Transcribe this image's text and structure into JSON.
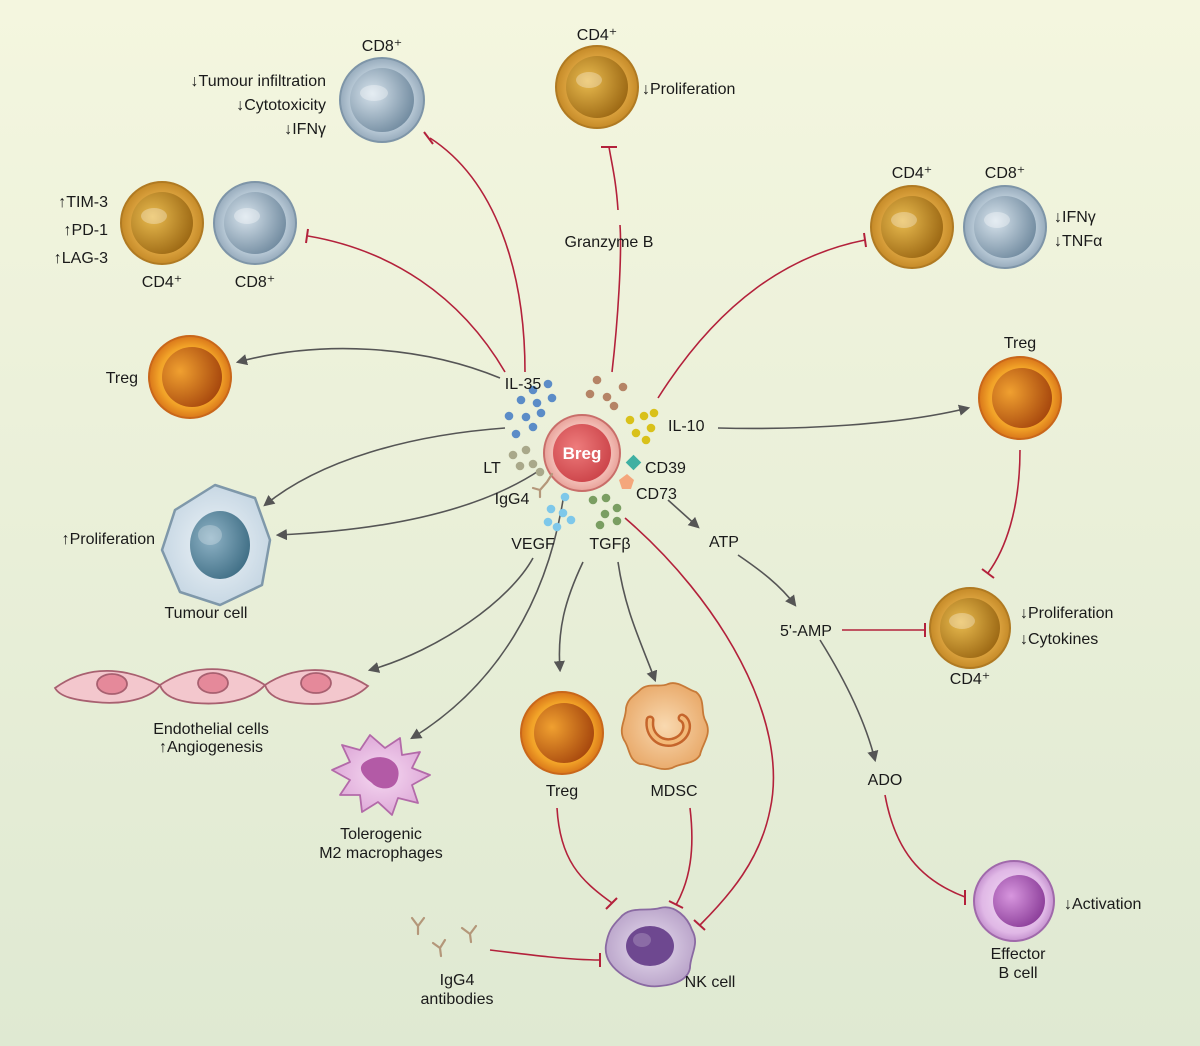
{
  "colors": {
    "bg_top": "#f4f6df",
    "bg_bottom": "#dfe9d2",
    "inhibit": "#b3213b",
    "activate": "#555555",
    "breg": "#dc5a5a",
    "cd4": "#d9a03c",
    "cd8": "#9cb2c4",
    "treg": "#e7841a",
    "effector_b": "#b46dc0"
  },
  "center": {
    "label": "Breg"
  },
  "labels": {
    "cd8_top": "CD8⁺",
    "cd8_top_effect_1": "↓Tumour infiltration",
    "cd8_top_effect_2": "↓Cytotoxicity",
    "cd8_top_effect_3": "↓IFNγ",
    "cd4_top": "CD4⁺",
    "cd4_top_effect": "↓Proliferation",
    "granzyme_b": "Granzyme B",
    "checkpoint_1": "↑TIM-3",
    "checkpoint_2": "↑PD-1",
    "checkpoint_3": "↑LAG-3",
    "cd4_left": "CD4⁺",
    "cd8_left": "CD8⁺",
    "cd4_right": "CD4⁺",
    "cd8_right": "CD8⁺",
    "right_effect_1": "↓IFNγ",
    "right_effect_2": "↓TNFα",
    "treg_left": "Treg",
    "treg_right": "Treg",
    "il35": "IL-35",
    "il10": "IL-10",
    "lt": "LT",
    "igg4": "IgG4",
    "cd39": "CD39",
    "cd73": "CD73",
    "vegf": "VEGF",
    "tgfb": "TGFβ",
    "atp": "ATP",
    "amp": "5'-AMP",
    "ado": "ADO",
    "tumour_effect": "↑Proliferation",
    "tumour_cell": "Tumour cell",
    "cd4_lower": "CD4⁺",
    "cd4_lower_effect_1": "↓Proliferation",
    "cd4_lower_effect_2": "↓Cytokines",
    "endothelial_1": "Endothelial cells",
    "endothelial_2": "↑Angiogenesis",
    "macrophage_1": "Tolerogenic",
    "macrophage_2": "M2 macrophages",
    "treg_bottom": "Treg",
    "mdsc": "MDSC",
    "nk_cell": "NK cell",
    "igg4_ab_1": "IgG4",
    "igg4_ab_2": "antibodies",
    "effector_b_1": "Effector",
    "effector_b_2": "B cell",
    "activation": "↓Activation"
  }
}
